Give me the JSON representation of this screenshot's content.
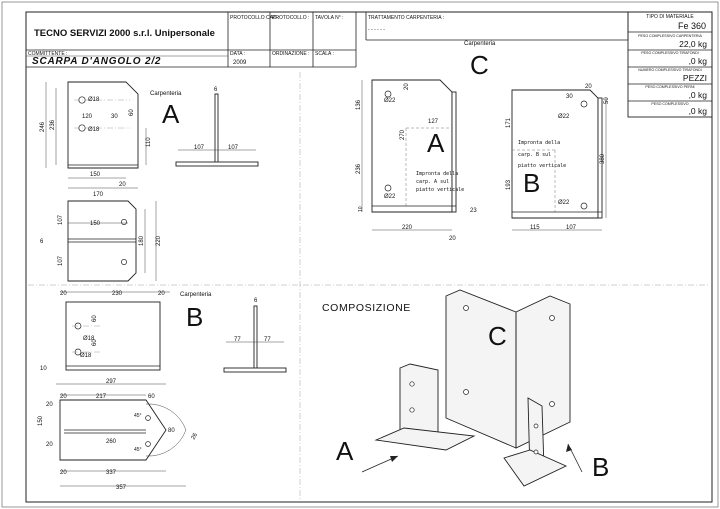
{
  "title_block": {
    "company": "TECNO SERVIZI 2000 s.r.l. Unipersonale",
    "protocollo_cad": "PROTOCOLLO CAD :",
    "protocollo": "PROTOCOLLO :",
    "tavola": "TAVOLA N° :",
    "trattamento": "TRATTAMENTO CARPENTERIA :",
    "trattamento_value": "- - - - - -",
    "committente": "COMMITTENTE :",
    "data_label": "DATA :",
    "data_value": "2009",
    "ordinazione": "ORDINAZIONE :",
    "scala": "SCALA :",
    "drawing_title": "SCARPA D'ANGOLO 2/2",
    "tipo_materiale": "TIPO DI MATERIALE",
    "material": "Fe 360",
    "peso_carpenteria_label": "PESO COMPLESSIVO CARPENTERIA",
    "peso_carpenteria": "22,0 kg",
    "peso_tirafondi_label": "PESO COMPLESSIVO TIRAFONDI",
    "peso_tirafondi": ",0 kg",
    "numero_tirafondi_label": "NUMERO COMPLESSIVO TIRAFONDI",
    "pezzi": "PEZZI",
    "peso_perni_label": "PESO COMPLESSIVO PERNI",
    "peso_perni": ",0 kg",
    "peso_totale_label": "PESO COMPLESSIVO",
    "peso_totale": ",0 kg"
  },
  "labels": {
    "carpenteria": "Carpenteria",
    "part_a": "A",
    "part_b": "B",
    "part_c": "C",
    "composizione": "COMPOSIZIONE",
    "impronta_a_1": "Impronta della",
    "impronta_a_2": "carp. A sul",
    "impronta_a_3": "piatto verticale",
    "impronta_b_1": "Impronta della",
    "impronta_b_2": "carp. B sul",
    "impronta_b_3": "piatto verticale"
  },
  "dims_a": {
    "d1": "Ø18",
    "d2": "Ø18",
    "w120": "120",
    "w30": "30",
    "h60": "60",
    "h246": "246",
    "h236": "236",
    "h110": "110",
    "w150": "150",
    "w20": "20",
    "w170": "170",
    "t6": "6",
    "s107a": "107",
    "s107b": "107",
    "p107a": "107",
    "p150": "150",
    "p107b": "107",
    "p6": "6",
    "p180": "180",
    "p220": "220"
  },
  "dims_b": {
    "w20a": "20",
    "w230": "230",
    "w20b": "20",
    "d1": "Ø18",
    "h60a": "60",
    "h60b": "60",
    "d2": "Ø18",
    "h10": "10",
    "t6": "6",
    "s77a": "77",
    "s77b": "77",
    "p297": "297",
    "p20a": "20",
    "p217": "217",
    "p60": "60",
    "p45a": "45°",
    "p80": "80",
    "p260": "260",
    "p45b": "45°",
    "p20b": "20",
    "p337": "337",
    "p357": "357",
    "p20c": "20",
    "p150": "150",
    "p20d": "20",
    "r26": "26"
  },
  "dims_c": {
    "w20": "20",
    "h136": "136",
    "d1": "Ø22",
    "h270": "270",
    "w127": "127",
    "h236": "236",
    "d2": "Ø22",
    "h10": "10",
    "w220": "220",
    "w20b": "20",
    "t23": "23",
    "b20": "20",
    "b30": "30",
    "b50": "50",
    "b171": "171",
    "bd1": "Ø22",
    "b380": "380",
    "b193": "193",
    "bd2": "Ø22",
    "b115": "115",
    "b107": "107"
  }
}
